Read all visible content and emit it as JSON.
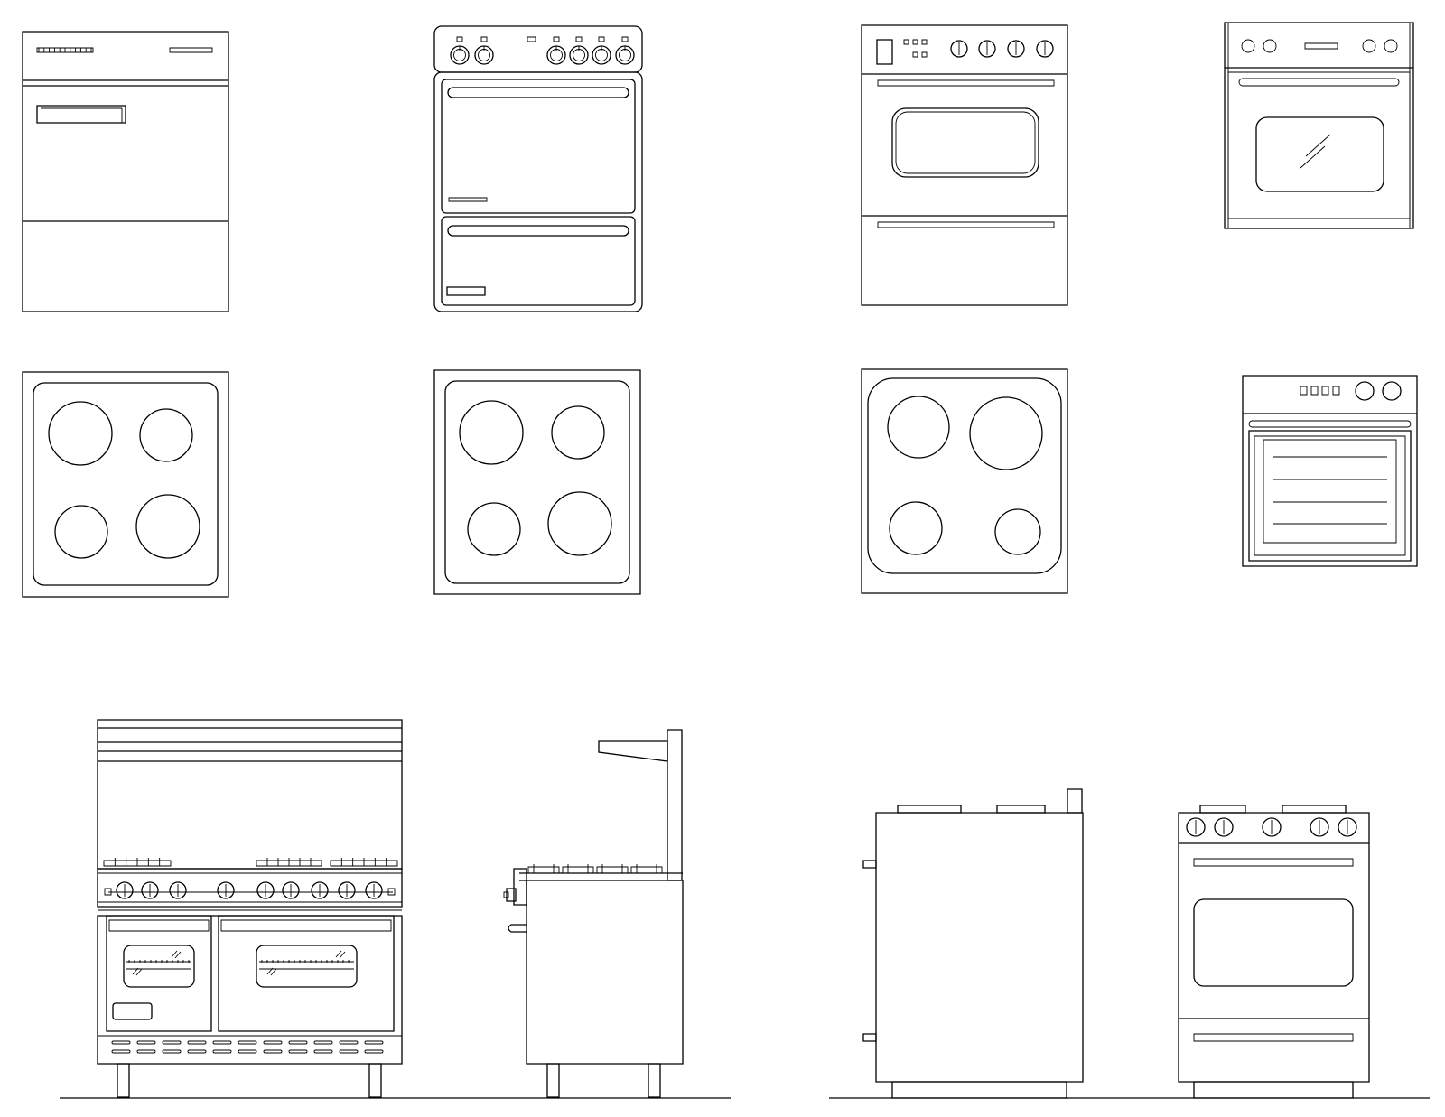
{
  "page": {
    "background": "#ffffff",
    "stroke": "#000000"
  },
  "drawing": {
    "appliances": [
      "dishwasher-front",
      "double-oven-range-front",
      "electric-range-front",
      "wall-oven-front",
      "cooktop-plan-a",
      "cooktop-plan-b",
      "cooktop-plan-c",
      "compact-wall-oven-front",
      "commercial-range-front",
      "commercial-range-side",
      "range-side",
      "range-front"
    ],
    "floor_lines": 2
  }
}
